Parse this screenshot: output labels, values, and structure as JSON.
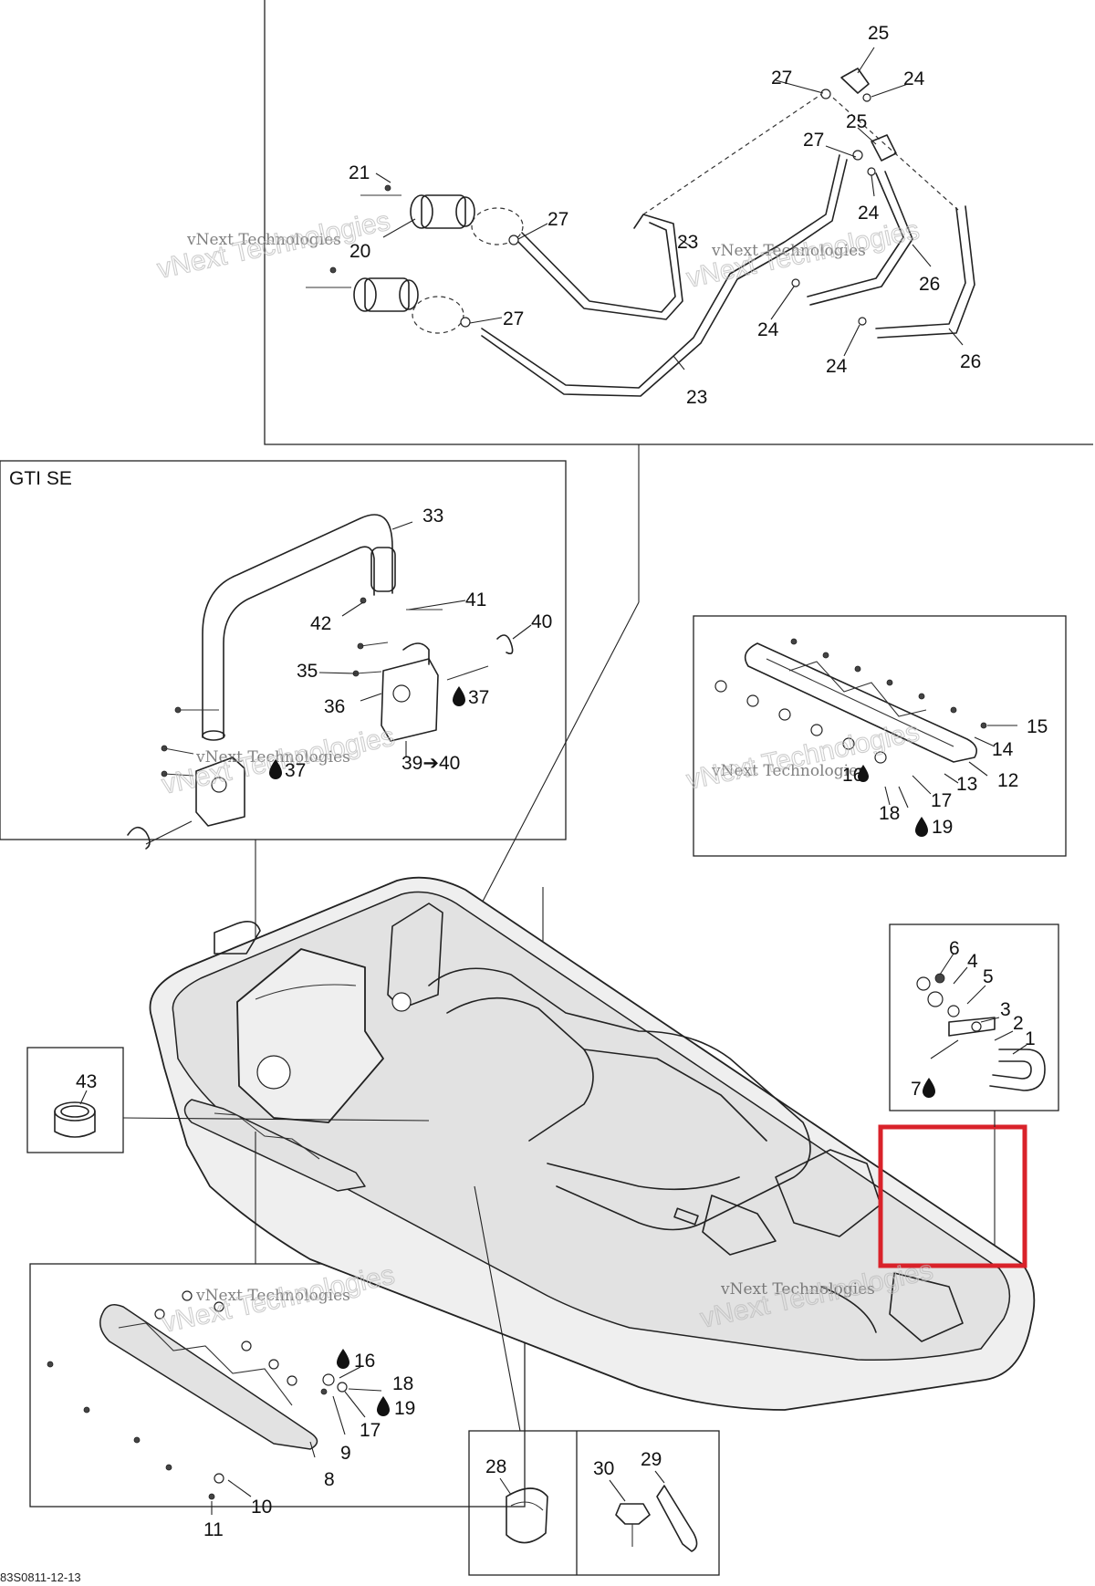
{
  "diagram": {
    "drawing_id": "83S0811-12-13",
    "group_title": "GTI SE",
    "watermark": {
      "line1": "vNext Technologies",
      "outline_text": "vNext Technologies"
    },
    "callouts": {
      "n1": "1",
      "n2": "2",
      "n3": "3",
      "n4": "4",
      "n5": "5",
      "n6": "6",
      "n7": "7",
      "n8": "8",
      "n9": "9",
      "n10": "10",
      "n11": "11",
      "n12": "12",
      "n13": "13",
      "n14": "14",
      "n15": "15",
      "n16": "16",
      "n17": "17",
      "n18": "18",
      "n19": "19",
      "n20": "20",
      "n21": "21",
      "n23": "23",
      "n24": "24",
      "n25": "25",
      "n26": "26",
      "n27": "27",
      "n28": "28",
      "n29": "29",
      "n30": "30",
      "n33": "33",
      "n35": "35",
      "n36": "36",
      "n37": "37",
      "n39to40": "39➔40",
      "n40": "40",
      "n41": "41",
      "n42": "42",
      "n43": "43"
    },
    "highlight_color": "#d9222a"
  }
}
